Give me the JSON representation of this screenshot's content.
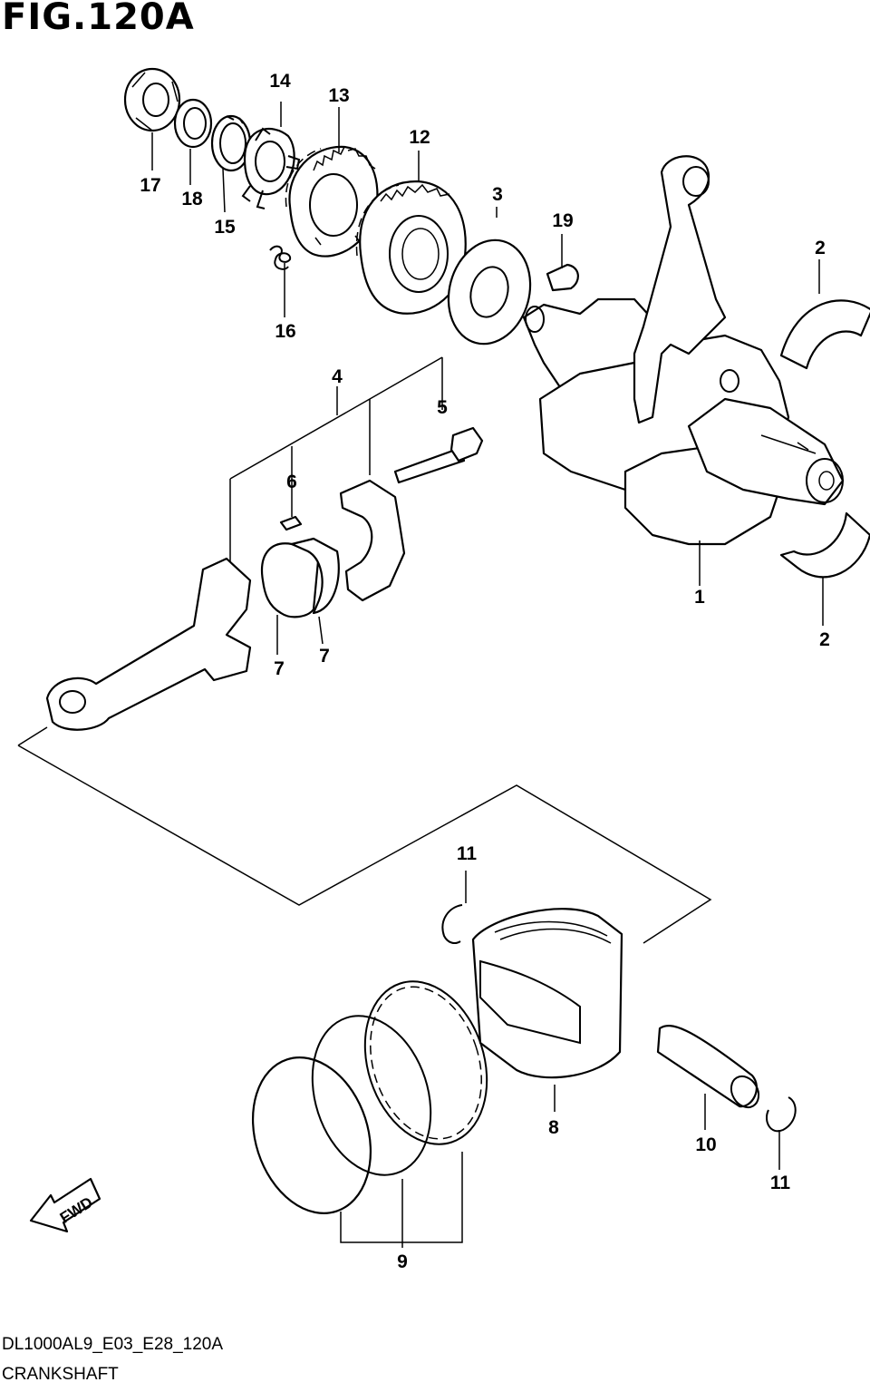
{
  "figure_title": "FIG.120A",
  "footer": {
    "model_code": "DL1000AL9_E03_E28_120A",
    "section_name": "CRANKSHAFT"
  },
  "fwd_label": "FWD",
  "callouts": {
    "p1": "1",
    "p2a": "2",
    "p2b": "2",
    "p3": "3",
    "p4": "4",
    "p5": "5",
    "p6": "6",
    "p7a": "7",
    "p7b": "7",
    "p8": "8",
    "p9": "9",
    "p10": "10",
    "p11a": "11",
    "p11b": "11",
    "p12": "12",
    "p13": "13",
    "p14": "14",
    "p15": "15",
    "p16": "16",
    "p17": "17",
    "p18": "18",
    "p19": "19"
  }
}
